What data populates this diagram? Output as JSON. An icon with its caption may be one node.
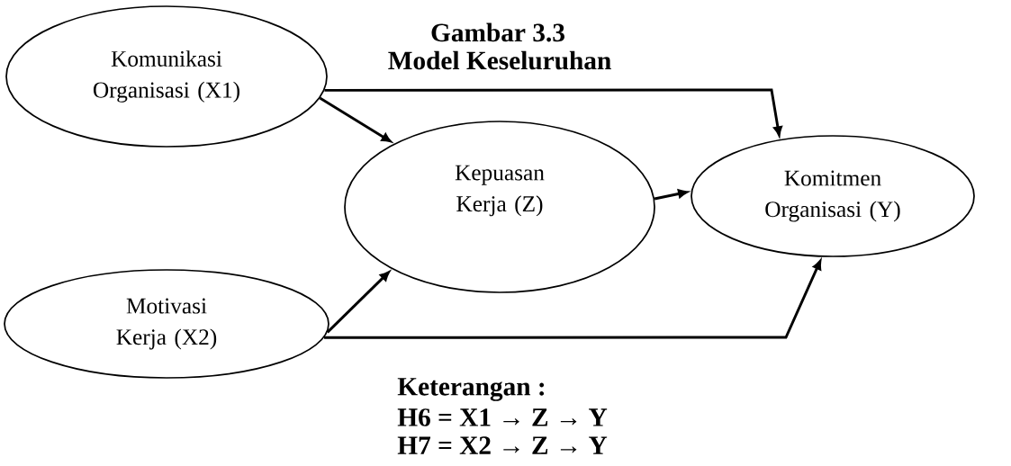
{
  "diagram": {
    "title": "Gambar 3.3",
    "caption": "Model Keseluruhan",
    "nodes": [
      {
        "text": [
          "Komunikasi Organisasi (X1)"
        ]
      },
      {
        "text": [
          "Kepuasan Kerja (Z)"
        ]
      },
      {
        "text": [
          "Motivasi Kerja (X2)"
        ]
      },
      {
        "text": [
          "Komitmen Organisasi (Y)"
        ]
      }
    ],
    "edges": [
      {
        "from": 0,
        "to": 1,
        "arrow": "to"
      },
      {
        "from": 2,
        "to": 1,
        "arrow": "to"
      },
      {
        "from": 1,
        "to": 3,
        "arrow": "to"
      },
      {
        "from": 0,
        "to": 3,
        "arrow": "to"
      },
      {
        "from": 2,
        "to": 3,
        "arrow": "to"
      }
    ],
    "labels": [
      "Keterangan :",
      "H6 = X1 → Z → Y",
      "H7 = X2 → Z → Y"
    ]
  }
}
